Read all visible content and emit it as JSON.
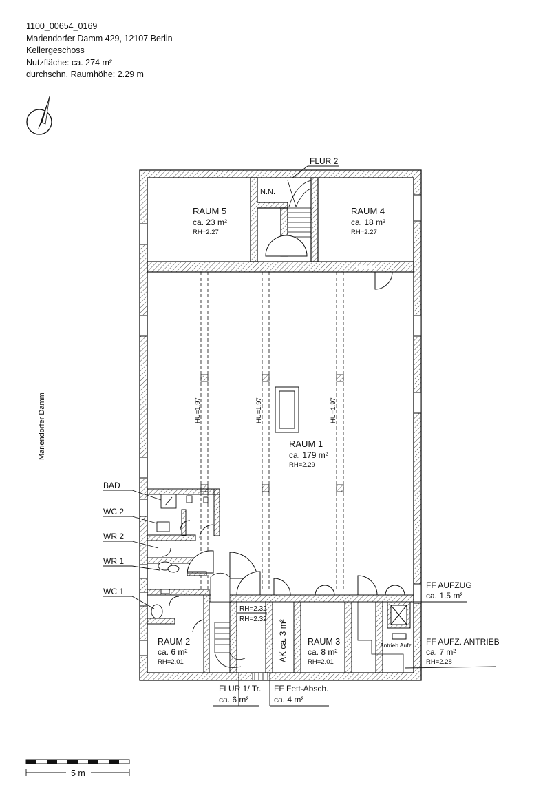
{
  "header": {
    "id": "1100_00654_0169",
    "address": "Mariendorfer Damm 429, 12107 Berlin",
    "floor": "Kellergeschoss",
    "usable_area": "Nutzfläche: ca. 274 m²",
    "avg_height": "durchschn. Raumhöhe: 2.29 m"
  },
  "street": "Mariendorfer Damm",
  "rooms": {
    "raum5": {
      "name": "RAUM 5",
      "area": "ca. 23 m²",
      "height": "RH=2.27"
    },
    "raum4": {
      "name": "RAUM 4",
      "area": "ca. 18 m²",
      "height": "RH=2.27"
    },
    "raum1": {
      "name": "RAUM 1",
      "area": "ca. 179 m²",
      "height": "RH=2.29"
    },
    "raum2": {
      "name": "RAUM 2",
      "area": "ca. 6 m²",
      "height": "RH=2.01"
    },
    "raum3": {
      "name": "RAUM 3",
      "area": "ca. 8 m²",
      "height": "RH=2.01"
    },
    "nn": "N.N.",
    "ak": "AK ca. 3 m²",
    "flur_rh1": "RH=2.32",
    "flur_rh2": "RH=2.32",
    "antrieb_small": "Antrieb Aufz.",
    "aufz_antrieb_rh": "RH=2.28"
  },
  "callouts": {
    "flur2": "FLUR 2",
    "bad": "BAD",
    "wc2": "WC 2",
    "wr2": "WR 2",
    "wr1": "WR 1",
    "wc1": "WC 1",
    "ff_aufzug": "FF AUFZUG",
    "ff_aufzug_area": "ca. 1.5 m²",
    "ff_aufz_antrieb": "FF AUFZ. ANTRIEB",
    "ff_aufz_antrieb_area": "ca. 7 m²",
    "flur1": "FLUR 1/ Tr.",
    "flur1_area": "ca. 6 m²",
    "ff_fett": "FF Fett-Absch.",
    "ff_fett_area": "ca. 4 m²"
  },
  "beams": [
    "HU=1.97",
    "HU=1.97",
    "HU=1.97"
  ],
  "scale": {
    "label": "5 m"
  }
}
